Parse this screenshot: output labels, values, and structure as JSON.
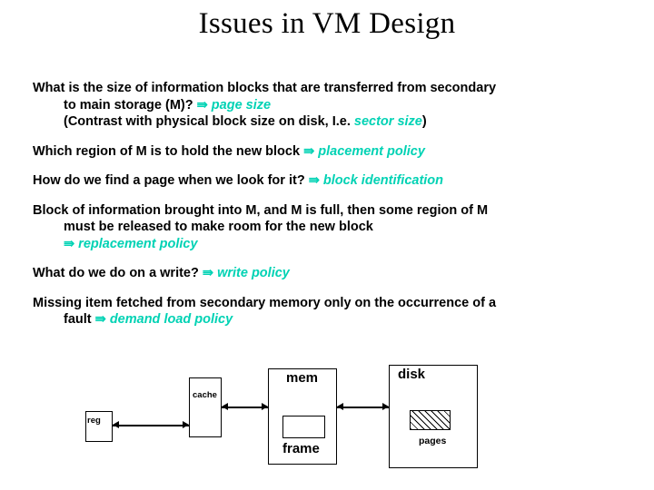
{
  "slide": {
    "title": "Issues in VM Design",
    "paragraphs": [
      {
        "lines": [
          {
            "indent": false,
            "parts": [
              {
                "text": "What is the size of information blocks that are transferred from secondary",
                "style": "plain"
              }
            ]
          },
          {
            "indent": true,
            "parts": [
              {
                "text": "to main storage (M)? ",
                "style": "plain"
              },
              {
                "text": "⇛",
                "style": "arrow"
              },
              {
                "text": " page size",
                "style": "teal"
              }
            ]
          },
          {
            "indent": true,
            "parts": [
              {
                "text": "(Contrast with physical block size on disk, I.e. ",
                "style": "plain"
              },
              {
                "text": "sector size",
                "style": "teal"
              },
              {
                "text": ")",
                "style": "plain"
              }
            ]
          }
        ]
      },
      {
        "lines": [
          {
            "indent": false,
            "parts": [
              {
                "text": "Which region of M is to hold the new block ",
                "style": "plain"
              },
              {
                "text": "⇛",
                "style": "arrow"
              },
              {
                "text": " placement policy",
                "style": "teal"
              }
            ]
          }
        ]
      },
      {
        "lines": [
          {
            "indent": false,
            "parts": [
              {
                "text": "How do we find a page when we look for it? ",
                "style": "plain"
              },
              {
                "text": "⇛",
                "style": "arrow"
              },
              {
                "text": " block identification",
                "style": "teal"
              }
            ]
          }
        ]
      },
      {
        "lines": [
          {
            "indent": false,
            "parts": [
              {
                "text": "Block of information brought into M, and M is full, then some region of M",
                "style": "plain"
              }
            ]
          },
          {
            "indent": true,
            "parts": [
              {
                "text": "must be released to make room for the new block",
                "style": "plain"
              }
            ]
          },
          {
            "indent": true,
            "parts": [
              {
                "text": "⇛",
                "style": "arrow"
              },
              {
                "text": " replacement policy",
                "style": "teal"
              }
            ]
          }
        ]
      },
      {
        "lines": [
          {
            "indent": false,
            "parts": [
              {
                "text": "What do we do on a write? ",
                "style": "plain"
              },
              {
                "text": "⇛",
                "style": "arrow"
              },
              {
                "text": " write policy",
                "style": "teal"
              }
            ]
          }
        ]
      },
      {
        "lines": [
          {
            "indent": false,
            "parts": [
              {
                "text": "Missing item fetched from secondary memory only on the occurrence of a",
                "style": "plain"
              }
            ]
          },
          {
            "indent": true,
            "parts": [
              {
                "text": "fault ",
                "style": "plain"
              },
              {
                "text": "⇛",
                "style": "arrow"
              },
              {
                "text": " demand load policy",
                "style": "teal"
              }
            ]
          }
        ]
      }
    ],
    "diagram": {
      "reg_label": "reg",
      "cache_label": "cache",
      "mem_label": "mem",
      "frame_label": "frame",
      "disk_label": "disk",
      "pages_label": "pages"
    },
    "colors": {
      "accent_teal": "#00d2b4",
      "text": "#000000",
      "background": "#ffffff"
    }
  }
}
